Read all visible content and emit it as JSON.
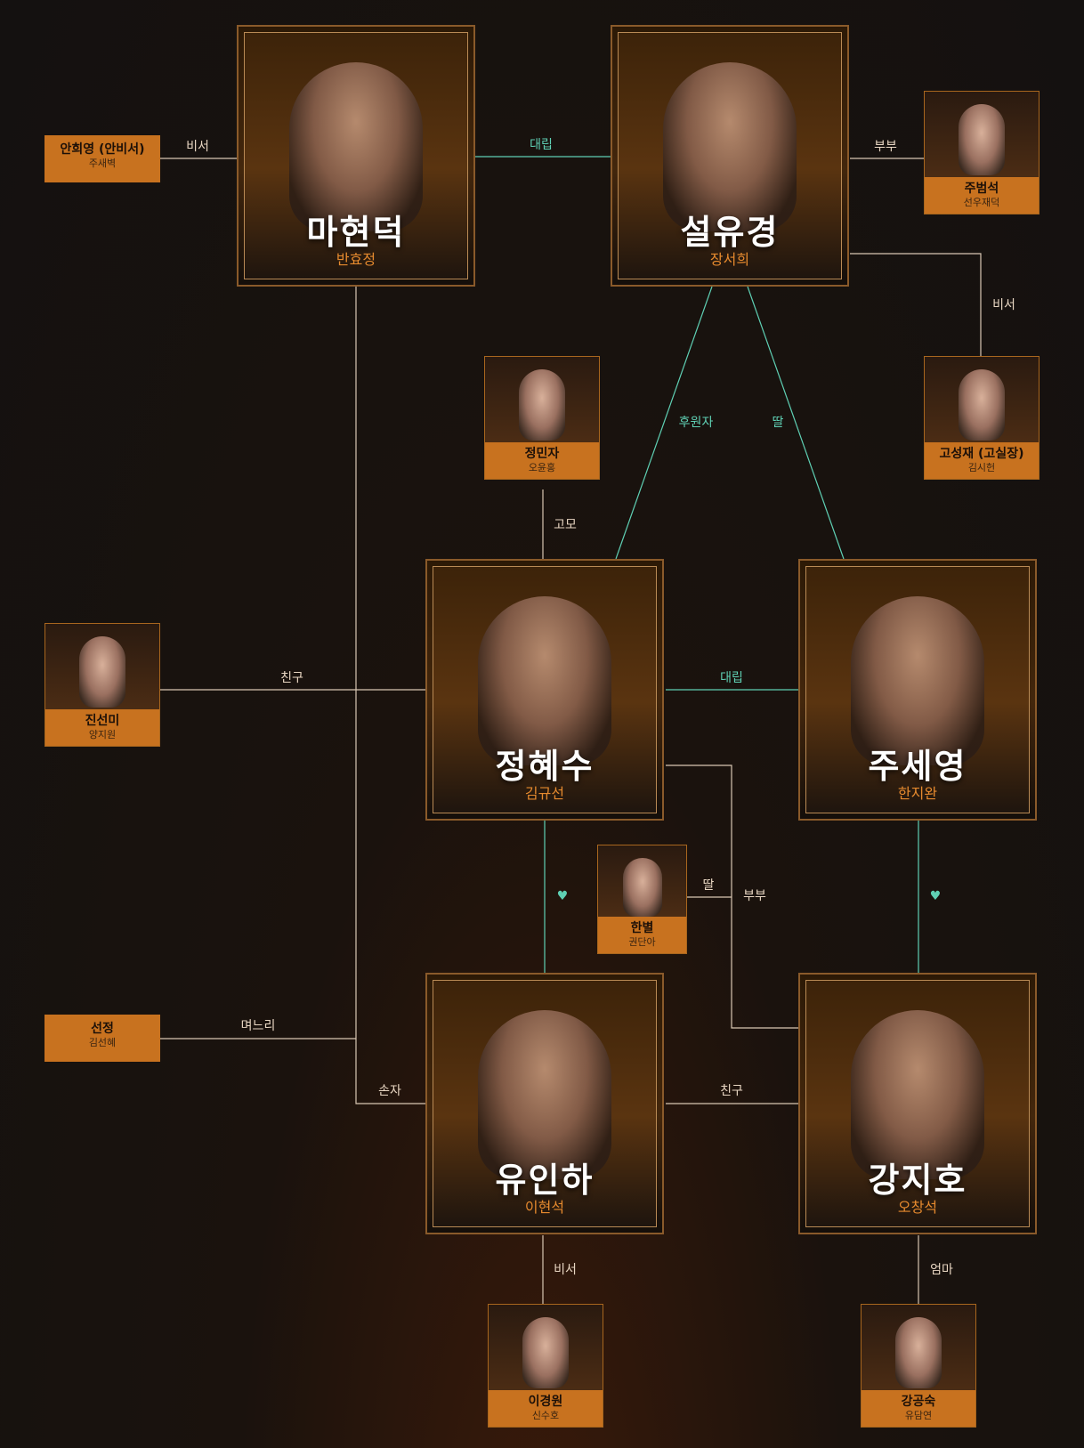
{
  "colors": {
    "accent": "#c8721f",
    "actor_text": "#e68a2e",
    "teal_line": "#5fd0b4",
    "white_line": "#d9c7b3"
  },
  "main_characters": {
    "ma_hyeondeok": {
      "name": "마현덕",
      "actor": "반효정"
    },
    "seol_yugyeong": {
      "name": "설유경",
      "actor": "장서희"
    },
    "jeong_hyesu": {
      "name": "정혜수",
      "actor": "김규선"
    },
    "ju_seyeong": {
      "name": "주세영",
      "actor": "한지완"
    },
    "yu_inha": {
      "name": "유인하",
      "actor": "이현석"
    },
    "kang_jiho": {
      "name": "강지호",
      "actor": "오창석"
    }
  },
  "supporting_characters": {
    "jeong_minja": {
      "name": "정민자",
      "actor": "오윤홍"
    },
    "ju_beomseok": {
      "name": "주범석",
      "actor": "선우재덕"
    },
    "go_seongjae": {
      "name": "고성재 (고실장)",
      "actor": "김시헌"
    },
    "jin_seonmi": {
      "name": "진선미",
      "actor": "양지원"
    },
    "hanbyeol": {
      "name": "한별",
      "actor": "권단아"
    },
    "lee_gyeongwon": {
      "name": "이경원",
      "actor": "신수호"
    },
    "kang_gongsuk": {
      "name": "강공숙",
      "actor": "유담연"
    }
  },
  "name_tags": {
    "an_huiyeong": {
      "name": "안희영 (안비서)",
      "actor": "주새벽"
    },
    "seonjeong": {
      "name": "선정",
      "actor": "김선혜"
    }
  },
  "relations": {
    "secretary_an": "비서",
    "rivalry_top": "대립",
    "married_ju": "부부",
    "secretary_go": "비서",
    "sponsor": "후원자",
    "daughter_top": "딸",
    "aunt": "고모",
    "friend_jin": "친구",
    "rivalry_mid": "대립",
    "daughter_hanbyeol": "딸",
    "married_mid": "부부",
    "daughter_in_law": "며느리",
    "grandson": "손자",
    "friend_bottom": "친구",
    "secretary_lee": "비서",
    "mother": "엄마"
  }
}
